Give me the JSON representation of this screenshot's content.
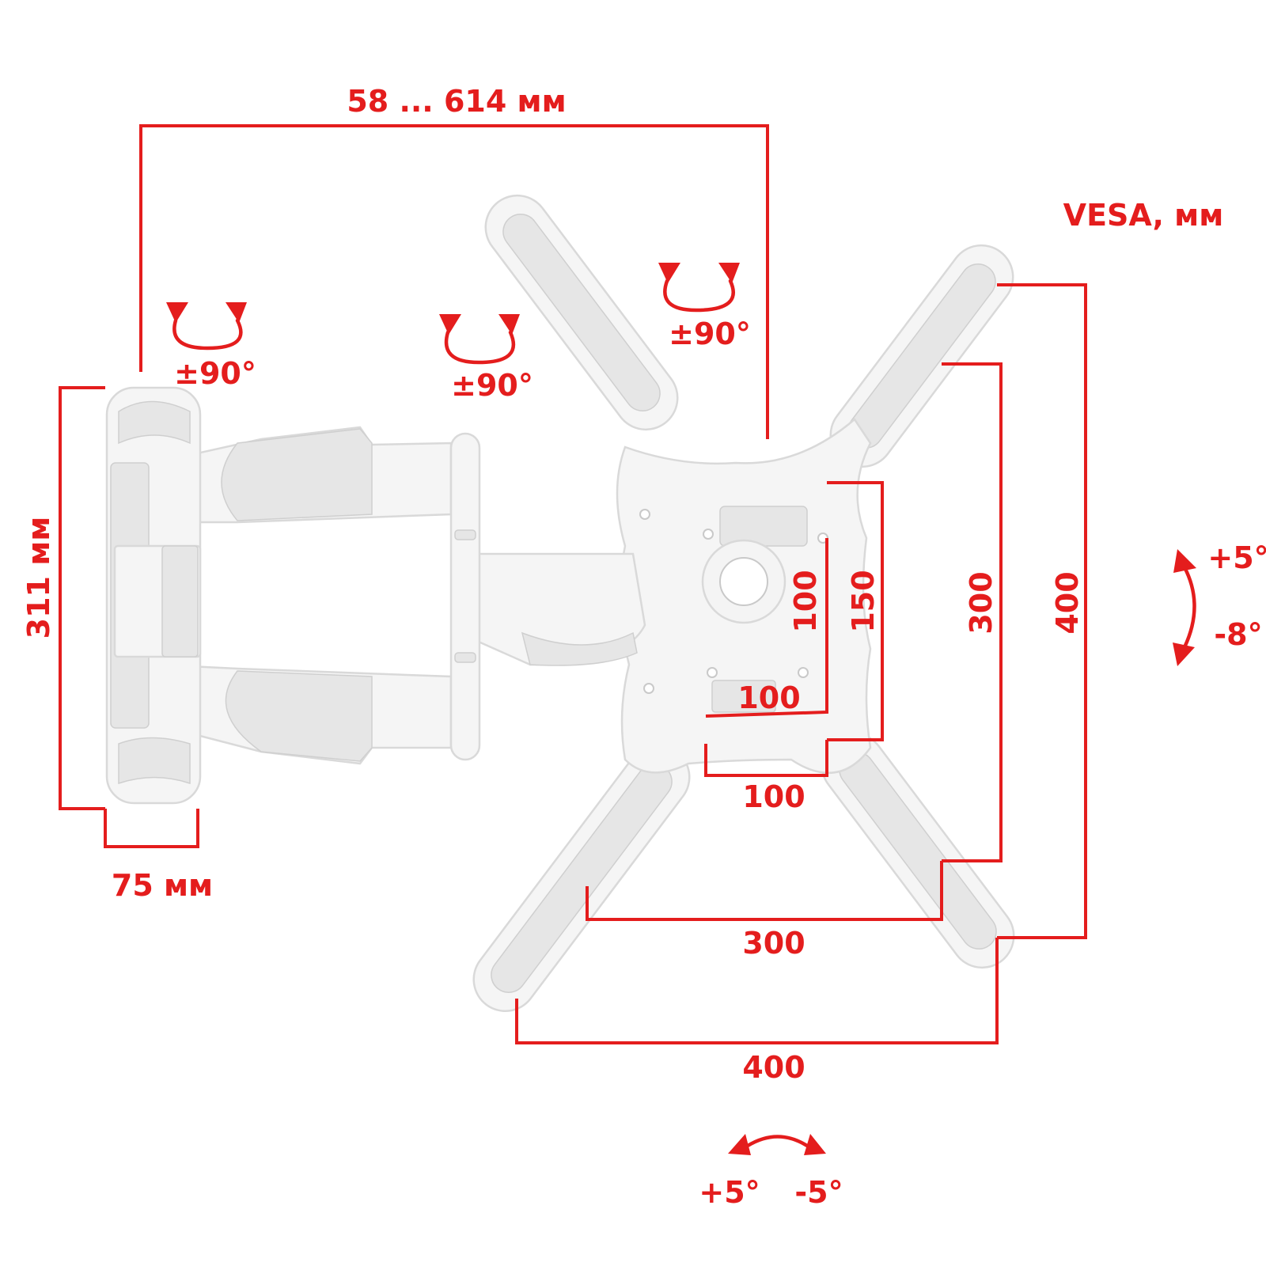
{
  "colors": {
    "accent": "#e41d1d",
    "bracket": "#f5f5f5",
    "bracket_edge": "#d9d9d9"
  },
  "labels": {
    "arm_reach": "58 ... 614 мм",
    "vesa_title": "VESA, мм",
    "wall_height": "311 мм",
    "wall_depth": "75 мм",
    "swivel_1": "±90°",
    "swivel_2": "±90°",
    "swivel_3": "±90°",
    "tilt_up": "+5°",
    "tilt_down": "-8°",
    "level_left": "+5°",
    "level_right": "-5°",
    "vesa_100_v": "100",
    "vesa_150_v": "150",
    "vesa_100_h_inner": "100",
    "vesa_100_h": "100",
    "vesa_300_v": "300",
    "vesa_300_h": "300",
    "vesa_400_v": "400",
    "vesa_400_h": "400"
  }
}
